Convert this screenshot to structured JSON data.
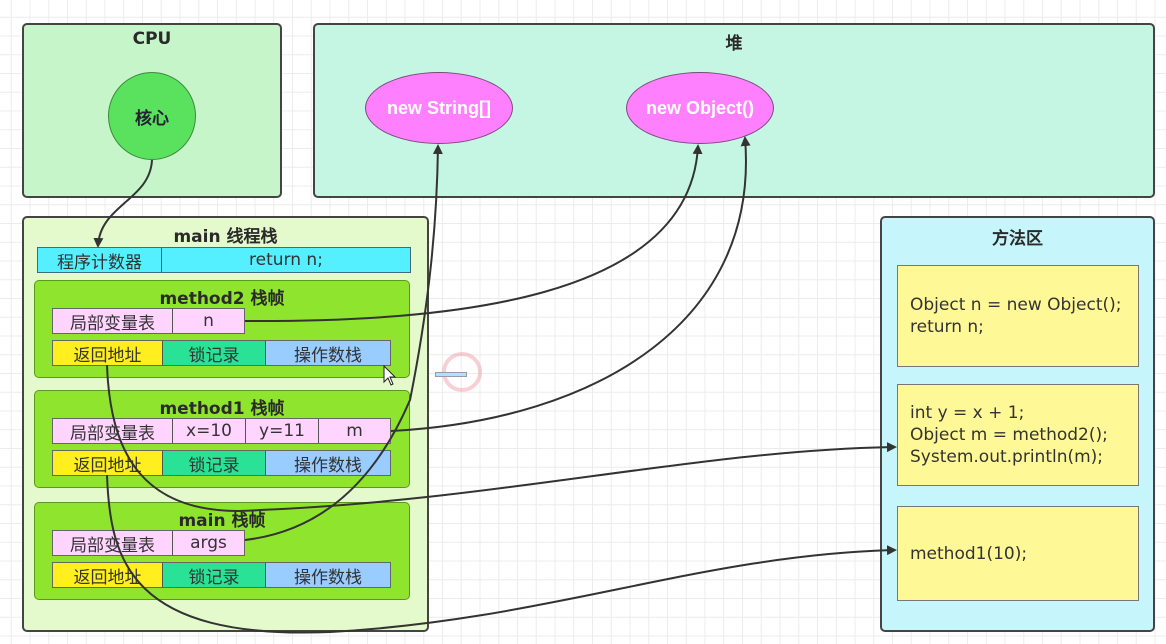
{
  "cpu": {
    "title": "CPU",
    "core_label": "核心"
  },
  "heap": {
    "title": "堆",
    "objects": [
      "new String[]",
      "new Object()"
    ]
  },
  "stack": {
    "title": "main 线程栈",
    "program_counter": {
      "label": "程序计数器",
      "value": "return n;"
    },
    "frames": [
      {
        "title": "method2 栈帧",
        "locals_label": "局部变量表",
        "locals": [
          "n"
        ],
        "return_address": "返回地址",
        "lock_record": "锁记录",
        "operand_stack": "操作数栈"
      },
      {
        "title": "method1 栈帧",
        "locals_label": "局部变量表",
        "locals": [
          "x=10",
          "y=11",
          "m"
        ],
        "return_address": "返回地址",
        "lock_record": "锁记录",
        "operand_stack": "操作数栈"
      },
      {
        "title": "main 栈帧",
        "locals_label": "局部变量表",
        "locals": [
          "args"
        ],
        "return_address": "返回地址",
        "lock_record": "锁记录",
        "operand_stack": "操作数栈"
      }
    ]
  },
  "method_area": {
    "title": "方法区",
    "blocks": [
      "Object n = new Object();\nreturn n;",
      "int y = x + 1;\nObject m = method2();\nSystem.out.println(m);",
      "method1(10);"
    ]
  },
  "colors": {
    "cpu_bg": "#c6f5c9",
    "heap_bg": "#c5f5e3",
    "stack_bg": "#e4f9cc",
    "method_area_bg": "#c6f6fb",
    "core": "#5ae25f",
    "heap_object": "#ff80ff",
    "frame": "#8fe52e",
    "program_counter": "#55f0ff",
    "locals": "#ffd5ff",
    "return_address": "#ffef1f",
    "lock_record": "#2ae296",
    "operand_stack": "#99ccff",
    "code_block": "#fff897"
  }
}
